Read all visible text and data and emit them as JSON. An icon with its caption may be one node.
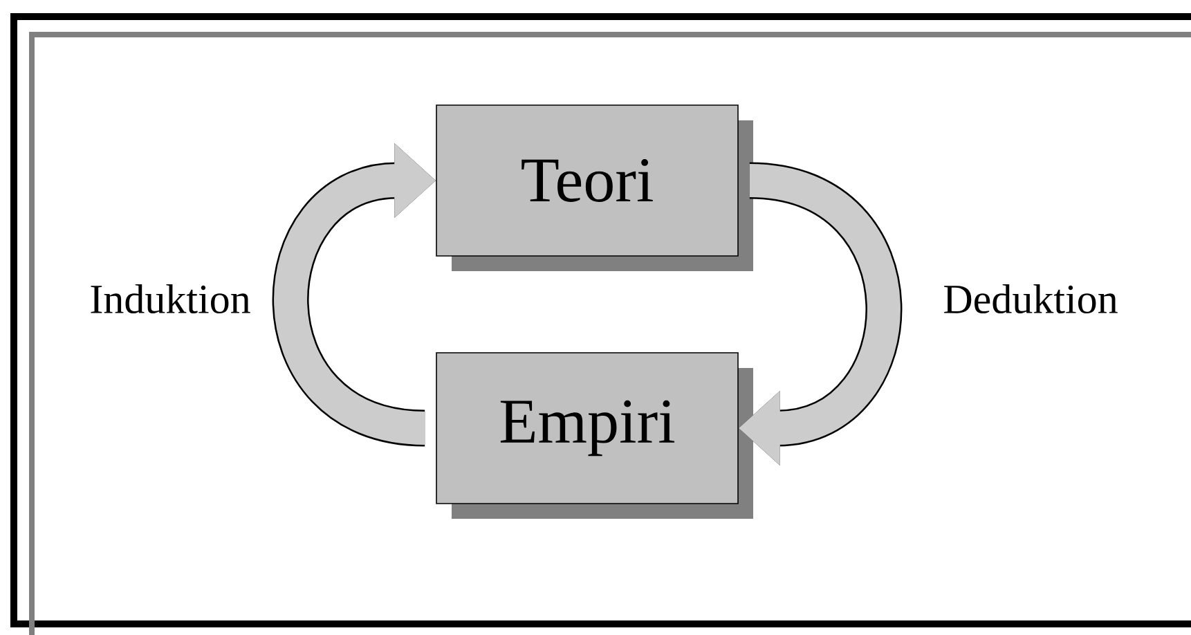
{
  "diagram": {
    "nodes": [
      {
        "text": [
          "Teori"
        ]
      },
      {
        "text": [
          "Empiri"
        ]
      }
    ],
    "edges": [
      {
        "from": 1,
        "to": 0,
        "arrow": "to",
        "label": "Induktion"
      },
      {
        "from": 0,
        "to": 1,
        "arrow": "to",
        "label": "Deduktion"
      }
    ]
  }
}
